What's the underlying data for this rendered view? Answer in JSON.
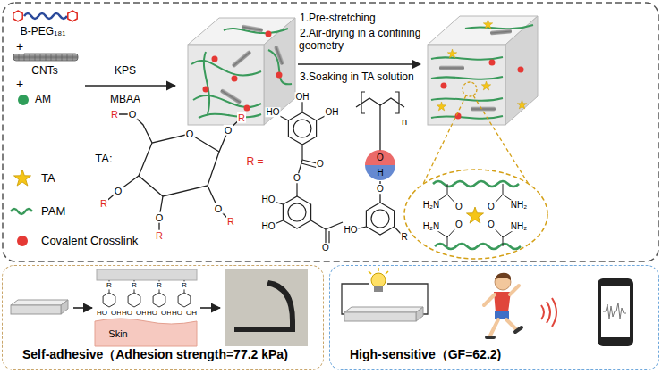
{
  "diagram": {
    "nodes": [
      {
        "text": [
          "Self-adhesive（Adhesion strength=77.2 kPa)"
        ]
      },
      {
        "text": [
          "High-sensitive（GF=62.2)"
        ]
      }
    ],
    "labels": [
      "B-PEG₁₈₁",
      "+",
      "CNTs",
      "+",
      "AM",
      "KPS",
      "MBAA",
      "1.Pre-stretching",
      "2.Air-drying in a confining geometry",
      "3.Soaking in TA solution",
      "TA:",
      "R",
      "O",
      "O",
      "O",
      "R",
      "R =",
      "O",
      "R",
      "O",
      "R",
      "O",
      "R",
      "HO",
      "OH",
      "OH",
      "O",
      "O",
      "HO",
      "HO",
      "O",
      "n",
      "O",
      "H",
      "O",
      "HO",
      "R",
      "H₂N",
      "O",
      "O",
      "NH₂",
      "H₂N",
      "O",
      "O",
      "NH₂",
      "R",
      "HO",
      "OH",
      "R",
      "HO",
      "OH",
      "R",
      "HO",
      "OH",
      "R",
      "HO",
      "OH",
      "Skin"
    ],
    "legend": [
      {
        "text": "TA"
      },
      {
        "text": "PAM"
      },
      {
        "text": "Covalent Crosslink"
      }
    ]
  }
}
